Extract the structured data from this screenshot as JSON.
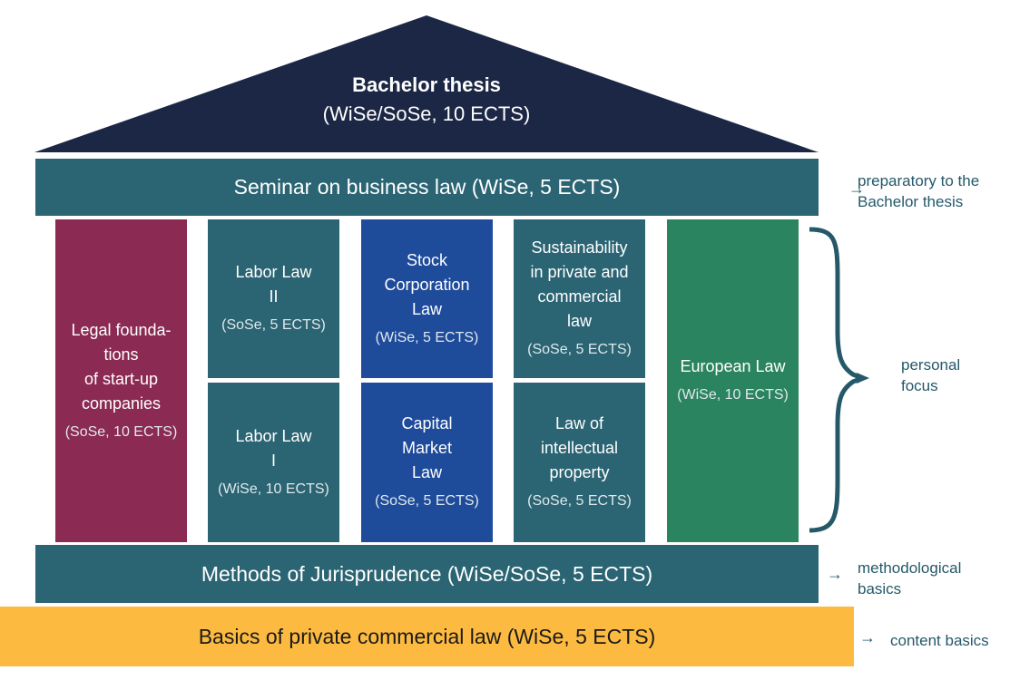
{
  "roof": {
    "title": "Bachelor thesis",
    "subtitle": "(WiSe/SoSe, 10 ECTS)",
    "color": "#1c2745"
  },
  "seminar": {
    "label": "Seminar on business law (WiSe, 5 ECTS)"
  },
  "pillars": {
    "startup": {
      "title_lines": [
        "Legal founda-",
        "tions",
        "of start-up",
        "companies"
      ],
      "meta": "(SoSe, 10 ECTS)",
      "color": "#8b2a53"
    },
    "labor2": {
      "title_lines": [
        "Labor Law",
        "II"
      ],
      "meta": "(SoSe, 5 ECTS)",
      "color": "#2b6473"
    },
    "labor1": {
      "title_lines": [
        "Labor Law",
        "I"
      ],
      "meta": "(WiSe, 10 ECTS)",
      "color": "#2b6473"
    },
    "stock": {
      "title_lines": [
        "Stock",
        "Corporation",
        "Law"
      ],
      "meta": "(WiSe, 5 ECTS)",
      "color": "#1f4b9b"
    },
    "capital": {
      "title_lines": [
        "Capital",
        "Market",
        "Law"
      ],
      "meta": "(SoSe, 5 ECTS)",
      "color": "#1f4b9b"
    },
    "sustainability": {
      "title_lines": [
        "Sustainability",
        "in private and",
        "commercial",
        "law"
      ],
      "meta": "(SoSe, 5 ECTS)",
      "color": "#2b6473"
    },
    "ip": {
      "title_lines": [
        "Law of",
        "intellectual",
        "property"
      ],
      "meta": "(SoSe, 5 ECTS)",
      "color": "#2b6473"
    },
    "european": {
      "title_lines": [
        "European Law"
      ],
      "meta": "(WiSe, 10 ECTS)",
      "color": "#2a845f"
    }
  },
  "methods": {
    "label": "Methods of Jurisprudence (WiSe/SoSe, 5 ECTS)"
  },
  "basics": {
    "label": "Basics of private commercial law (WiSe, 5 ECTS)",
    "color": "#fdba40"
  },
  "notes": {
    "preparatory": [
      "preparatory to the",
      "Bachelor thesis"
    ],
    "personal": [
      "personal",
      "focus"
    ],
    "methodological": [
      "methodological",
      "basics"
    ],
    "content": "content basics",
    "arrow_glyph": "→"
  }
}
